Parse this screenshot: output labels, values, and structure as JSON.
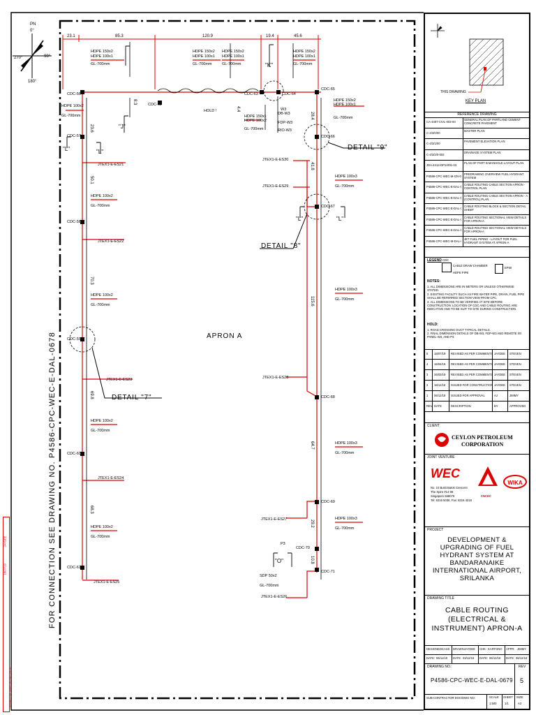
{
  "north": {
    "pn": "PN",
    "n0": "0°",
    "w": "270°",
    "e": "90°",
    "s": "180°"
  },
  "side_note": "FOR CONNECTION SEE DRAWING NO. P4586-CPC-WEC-E-DAL-0678",
  "dims_top": [
    "23.1",
    "85.3",
    "120.9",
    "19.4",
    "45.6"
  ],
  "dims_left": [
    "23.6",
    "50.1",
    "70.3",
    "69.8",
    "68.3"
  ],
  "dims_right": [
    "28.4",
    "41.8",
    "115.6",
    "64.7",
    "29.2",
    "10.8"
  ],
  "dim_misc": [
    "8.3",
    "4.4"
  ],
  "apron_label": "APRON A",
  "hold_label": "HOLD !",
  "cdc": {
    "c56": "CDC-56",
    "c63": "CDC-63",
    "c64": "CDC-64",
    "c65": "CDC-65",
    "c57": "CDC-57",
    "c58": "CDC-58",
    "c59": "CDC-59",
    "c60": "CDC-60",
    "c61": "CDC-61",
    "c66": "CDC-66",
    "c67": "CDC-67",
    "c68": "CDC-68",
    "c69": "CDC-69",
    "c70": "CDC-70",
    "c71": "CDC-71",
    "c62": "CDC-62"
  },
  "pipes": {
    "hdpe150x2": "HDPE 150x2",
    "hdpe100x1": "HDPE 100x1",
    "hdpe100x2": "HDPE 100x2",
    "hdpe100x3": "HDPE 100x3",
    "hdpe150x1": "HDPE 150x1",
    "gl700": "GL-700mm",
    "sdp": "SDP 50x2"
  },
  "w3": {
    "a": "W3",
    "b": "DB-W3",
    "c": "FDP-W3",
    "d": "RIO-W3"
  },
  "p3": "P3",
  "jtex": [
    "JTEX1-E-ES21",
    "JTEX1-E-ES22",
    "JTEX1-E-ES23",
    "JTEX1-E-ES24",
    "JTEX1-E-ES25",
    "JTEX1-E-ES26",
    "JTEX1-E-ES27",
    "JTEX1-E-ES28",
    "JTEX1-E-ES29",
    "JTEX1-E-ES30"
  ],
  "details": {
    "d7": "DETAIL \"7\"",
    "d8": "DETAIL \"8\"",
    "d9": "DETAIL \"9\""
  },
  "sections": {
    "L": "\"L\"",
    "J": "\"J\"",
    "O": "\"O\"",
    "K": "\"K\""
  },
  "titleblock": {
    "this_drawing": "THIS DRAWING",
    "key_plan": "KEY PLAN",
    "reference_drawing": "REFERENCE DRAWING",
    "refs": [
      [
        "CA-4407-CIVL-003-00",
        "GENERAL PLAN OF PARTLAND CEMENT CONCRETE PAVEMENT"
      ],
      [
        "C-4/3/0/00",
        "MASTER PLAN"
      ],
      [
        "C-4/3/1/00",
        "PAVEMENT ELEVATION PLAN"
      ],
      [
        "C-4/3/2/0-002",
        "DRAINAGE SYSTEM PLAN"
      ],
      [
        "JDA-4413-DFN-001-03",
        "PLAN OF PART B MANHOLE LAYOUT PLAN"
      ],
      [
        "P4586-CPC-WEC-M-GN-0001",
        "PREDRAWING OVERVIEW FUEL HYDRANT SYSTEM"
      ],
      [
        "P4586-CPC-WEC-E-DAL-0676",
        "CABLE ROUTING CABLE SECTION APRON - CONTROL PLAN"
      ],
      [
        "P4586-CPC-WEC-E-DAL-0677",
        "CABLE ROUTING CABLE SECTION APRON - A (CONTROL) PLAN"
      ],
      [
        "P4586-CPC-WEC-E-DAL-0683",
        "CABLE ROUTING BLOCK & SECTION DETAIL SHEET"
      ],
      [
        "P4586-CPC-WEC-E-DAL-0684",
        "CABLE ROUTING SECTIONAL VIEW DETAILS FOR APRON-A"
      ],
      [
        "P4586-CPC-WEC-E-DAL-0685",
        "CABLE ROUTING SECTIONAL VIEW DETAILS FOR APRON-A"
      ],
      [
        "P4586-CPC-WEC-M-DAL-0227",
        "JET FUEL PIPING - LAYOUT FOR FUEL HYDRANT SYSTEM AT APRON-A"
      ]
    ],
    "legend": "LEGEND",
    "legend_cdc": "CDC",
    "legend_cdc_text": "CABLE DRAW CHAMBER",
    "legend_hdpe": "HDPE PIPE",
    "legend_ep": "EP50",
    "notes_title": "NOTES:",
    "notes": [
      "1.  ALL DIMENSIONS ARE IN METERS OR UNLESS OTHERWISE STATED.",
      "2.  EXISTING FACILITY SUCH AS FIRE WATER PIPE, DRAIN, FUEL PIPE SHALL BE REFERRED SECTION VIEW FROM CPC.",
      "3.  ALL DIMENSIONS TO BE VERIFIED AT SITE BEFORE CONSTRUCTION. LOCATION OF CDC AND CABLE ROUTING ARE INDICATIVE AND TO BE SUIT TO SITE DURING CONSTRUCTION."
    ],
    "hold_title": "HOLD:",
    "holds": [
      "1.  ROAD CROSSING DUCT TYPICAL DETAILS.",
      "2.  FINAL DIMENSION DETAILS OF DB-W3, FDP-W3 AND REMOTE I/O PANEL-W3, AND P3."
    ],
    "revisions": [
      [
        "5",
        "18/07/19",
        "REVISED AS PER COMMENTS",
        "JAYDEE",
        "STEVEN"
      ],
      [
        "4",
        "16/04/19",
        "REVISED AS PER COMMENTS",
        "JAYDEE",
        "STEVEN"
      ],
      [
        "3",
        "26/03/19",
        "REVISED AS PER COMMENTS",
        "JAYDEE",
        "STEVEN"
      ],
      [
        "2",
        "18/12/18",
        "ISSUED FOR CONSTRUCTION",
        "JAYDEE",
        "STEVEN"
      ],
      [
        "1",
        "06/12/18",
        "ISSUED FOR APPROVAL",
        "AJ",
        "JIMMY"
      ]
    ],
    "rev_head": [
      "REV",
      "DATE",
      "DESCRIPTION",
      "BY",
      "APPROVED"
    ],
    "client": "CLIENT",
    "client_name_1": "CEYLON PETROLEUM",
    "client_name_2": "CORPORATION",
    "joint_venture": "JOINT VENTURE",
    "wec": "WEC",
    "cncec": "CNCEC",
    "wika": "WIKA",
    "addr": [
      "No. 10 Bukit Batok Crescent",
      "The Spire #14-08",
      "Singapore 658079",
      "Tel: 6316 5038, Fax: 6316 4218"
    ],
    "project": "PROJECT",
    "project_title": "DEVELOPMENT & UPGRADING OF FUEL HYDRANT SYSTEM AT BANDARANAIKE INTERNATIONAL AIRPORT, SRILANKA",
    "drawing_title": "DRAWING TITLE",
    "dwg_title": "CABLE ROUTING (ELECTRICAL & INSTRUMENT) APRON-A",
    "designed": "DESIGNED:",
    "designed_by": "CASS",
    "drawn": "DRAWN:",
    "drawn_by": "JAYDEE",
    "chk": "CHK:",
    "chk_by": "KARTONO",
    "appr": "APPR:",
    "appr_by": "JIMMY",
    "date": "DATE:",
    "date1": "06/11/18",
    "date2": "03/12/18",
    "date3": "06/12/18",
    "date4": "06/12/18",
    "drawing_no_label": "DRAWING NO.:",
    "drawing_no": "P4586-CPC-WEC-E-DAL-0679",
    "rev_label": "REV",
    "rev": "5",
    "sub": "SUB-CONTRACTOR DOC/DWG NO:",
    "scale_label": "SCALE",
    "scale": "1:500",
    "sheet_label": "SHEET",
    "sheet": "1/1",
    "size_label": "SIZE:",
    "size": "A3"
  },
  "strip_left": [
    "P4586-CPC-WEC-E-DAL-0679",
    "18/07/19",
    "JAYDEE"
  ]
}
